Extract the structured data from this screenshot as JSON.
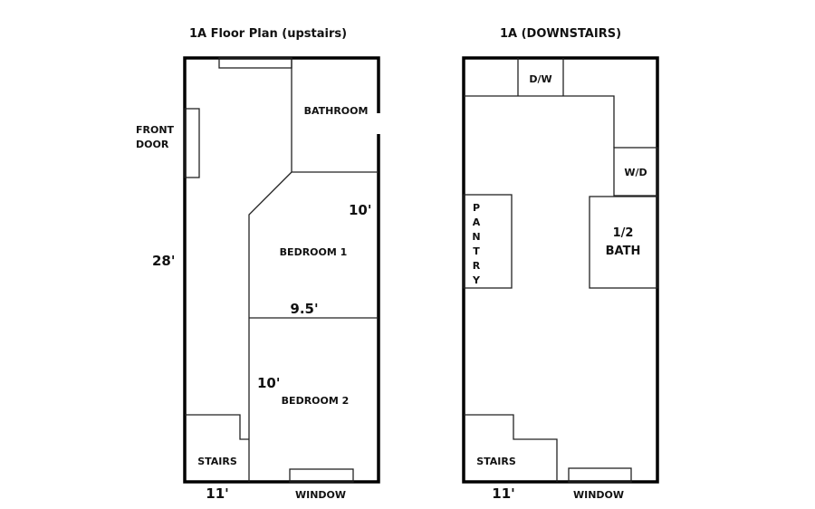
{
  "upstairs": {
    "title": "1A Floor Plan (upstairs)",
    "rooms": {
      "bathroom": "BATHROOM",
      "bedroom1": "BEDROOM 1",
      "bedroom2": "BEDROOM 2",
      "stairs": "STAIRS"
    },
    "front_door": [
      "FRONT",
      "DOOR"
    ],
    "window": "WINDOW",
    "dimensions": {
      "length": "28'",
      "width": "11'",
      "bedroom1_depth": "10'",
      "bedroom1_width": "9.5'",
      "bedroom2_depth": "10'"
    }
  },
  "downstairs": {
    "title": "1A (DOWNSTAIRS)",
    "rooms": {
      "dishwasher": "D/W",
      "washer_dryer": "W/D",
      "half_bath": [
        "1/2",
        "BATH"
      ],
      "pantry": [
        "P",
        "A",
        "N",
        "T",
        "R",
        "Y"
      ],
      "stairs": "STAIRS"
    },
    "window": "WINDOW",
    "dimensions": {
      "width": "11'"
    }
  }
}
